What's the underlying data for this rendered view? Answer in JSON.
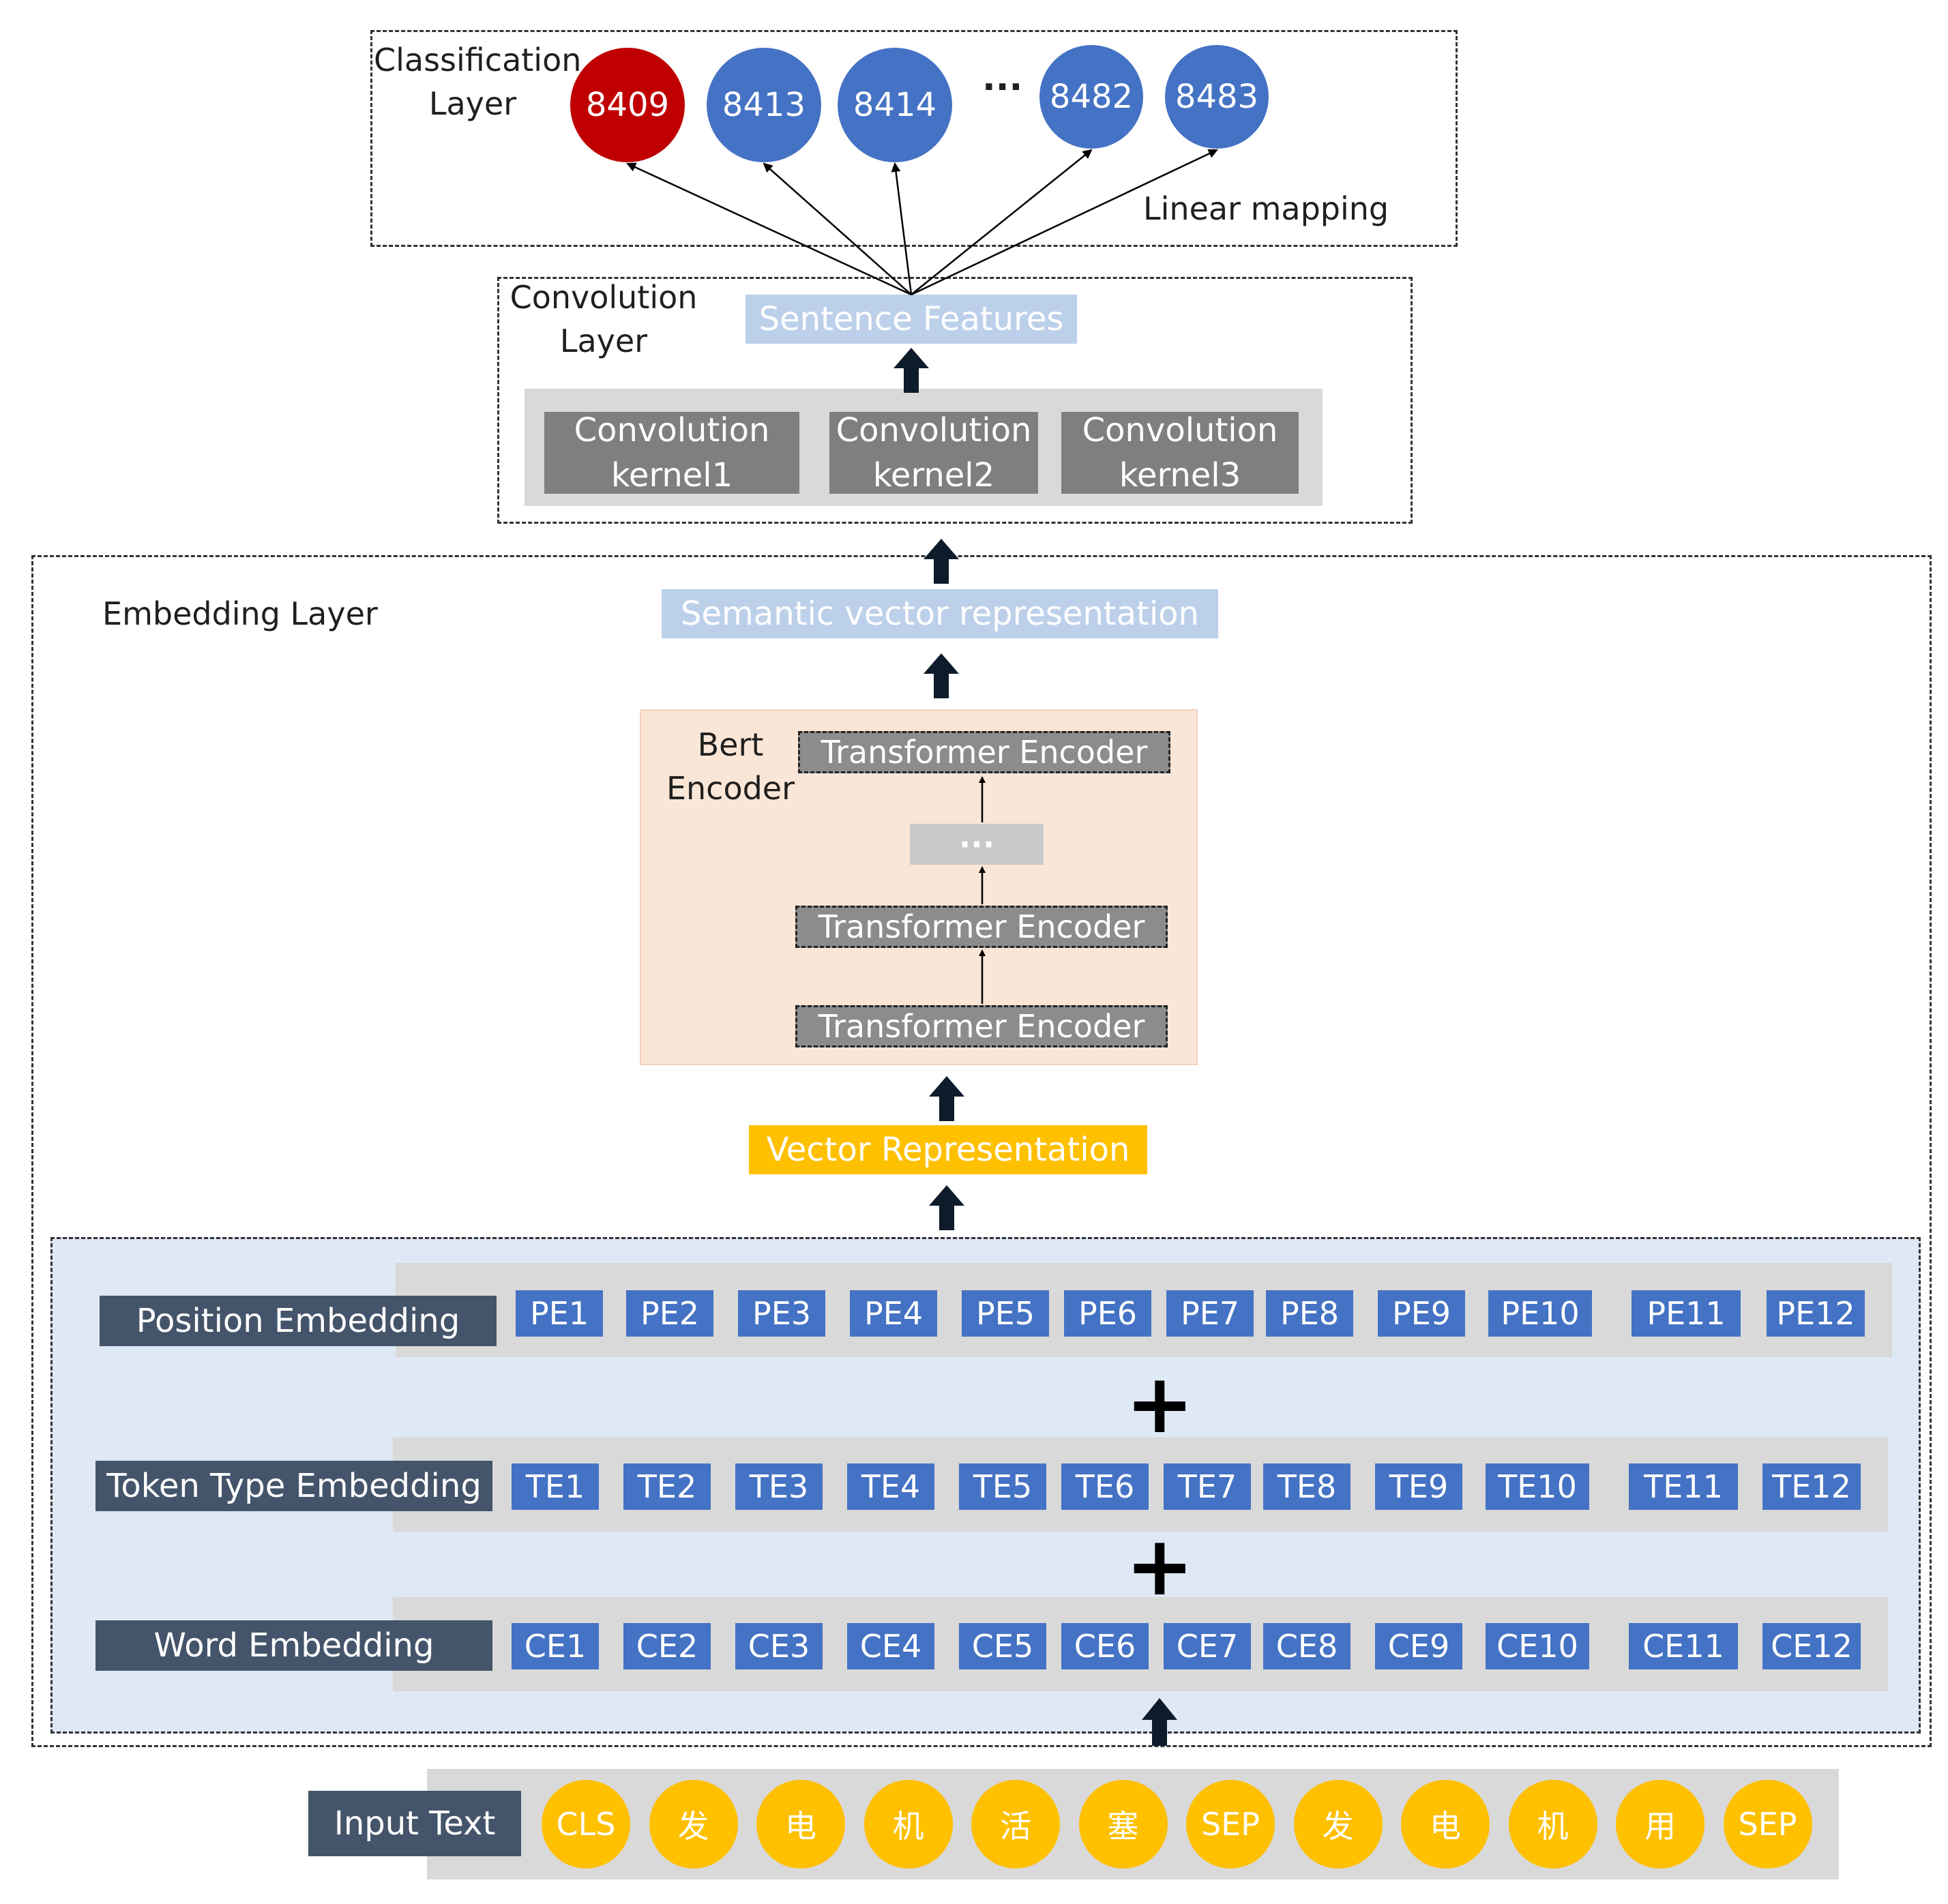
{
  "classification_layer": {
    "label_line1": "Classification",
    "label_line2": "Layer",
    "classes": [
      "8409",
      "8413",
      "8414",
      "8482",
      "8483"
    ],
    "ellipsis": "···",
    "mapping_label": "Linear mapping",
    "highlight_color": "#c00000",
    "class_color": "#4472c4"
  },
  "convolution_layer": {
    "label_line1": "Convolution",
    "label_line2": "Layer",
    "sentence_features": "Sentence  Features",
    "kernels": [
      {
        "line1": "Convolution",
        "line2": "kernel1"
      },
      {
        "line1": "Convolution",
        "line2": "kernel2"
      },
      {
        "line1": "Convolution",
        "line2": "kernel3"
      }
    ]
  },
  "embedding_layer": {
    "label": "Embedding Layer",
    "semantic_vector": "Semantic vector representation",
    "bert_label_line1": "Bert",
    "bert_label_line2": "Encoder",
    "transformer_label": "Transformer Encoder",
    "dots": "···",
    "vector_representation": "Vector Representation",
    "position_embedding": {
      "label": "Position Embedding",
      "tokens": [
        "PE1",
        "PE2",
        "PE3",
        "PE4",
        "PE5",
        "PE6",
        "PE7",
        "PE8",
        "PE9",
        "PE10",
        "PE11",
        "PE12"
      ]
    },
    "token_type_embedding": {
      "label": "Token Type Embedding",
      "tokens": [
        "TE1",
        "TE2",
        "TE3",
        "TE4",
        "TE5",
        "TE6",
        "TE7",
        "TE8",
        "TE9",
        "TE10",
        "TE11",
        "TE12"
      ]
    },
    "word_embedding": {
      "label": "Word Embedding",
      "tokens": [
        "CE1",
        "CE2",
        "CE3",
        "CE4",
        "CE5",
        "CE6",
        "CE7",
        "CE8",
        "CE9",
        "CE10",
        "CE11",
        "CE12"
      ]
    },
    "plus": "+"
  },
  "input": {
    "label": "Input Text",
    "tokens": [
      "CLS",
      "发",
      "电",
      "机",
      "活",
      "塞",
      "SEP",
      "发",
      "电",
      "机",
      "用",
      "SEP"
    ],
    "color": "#ffc000"
  }
}
